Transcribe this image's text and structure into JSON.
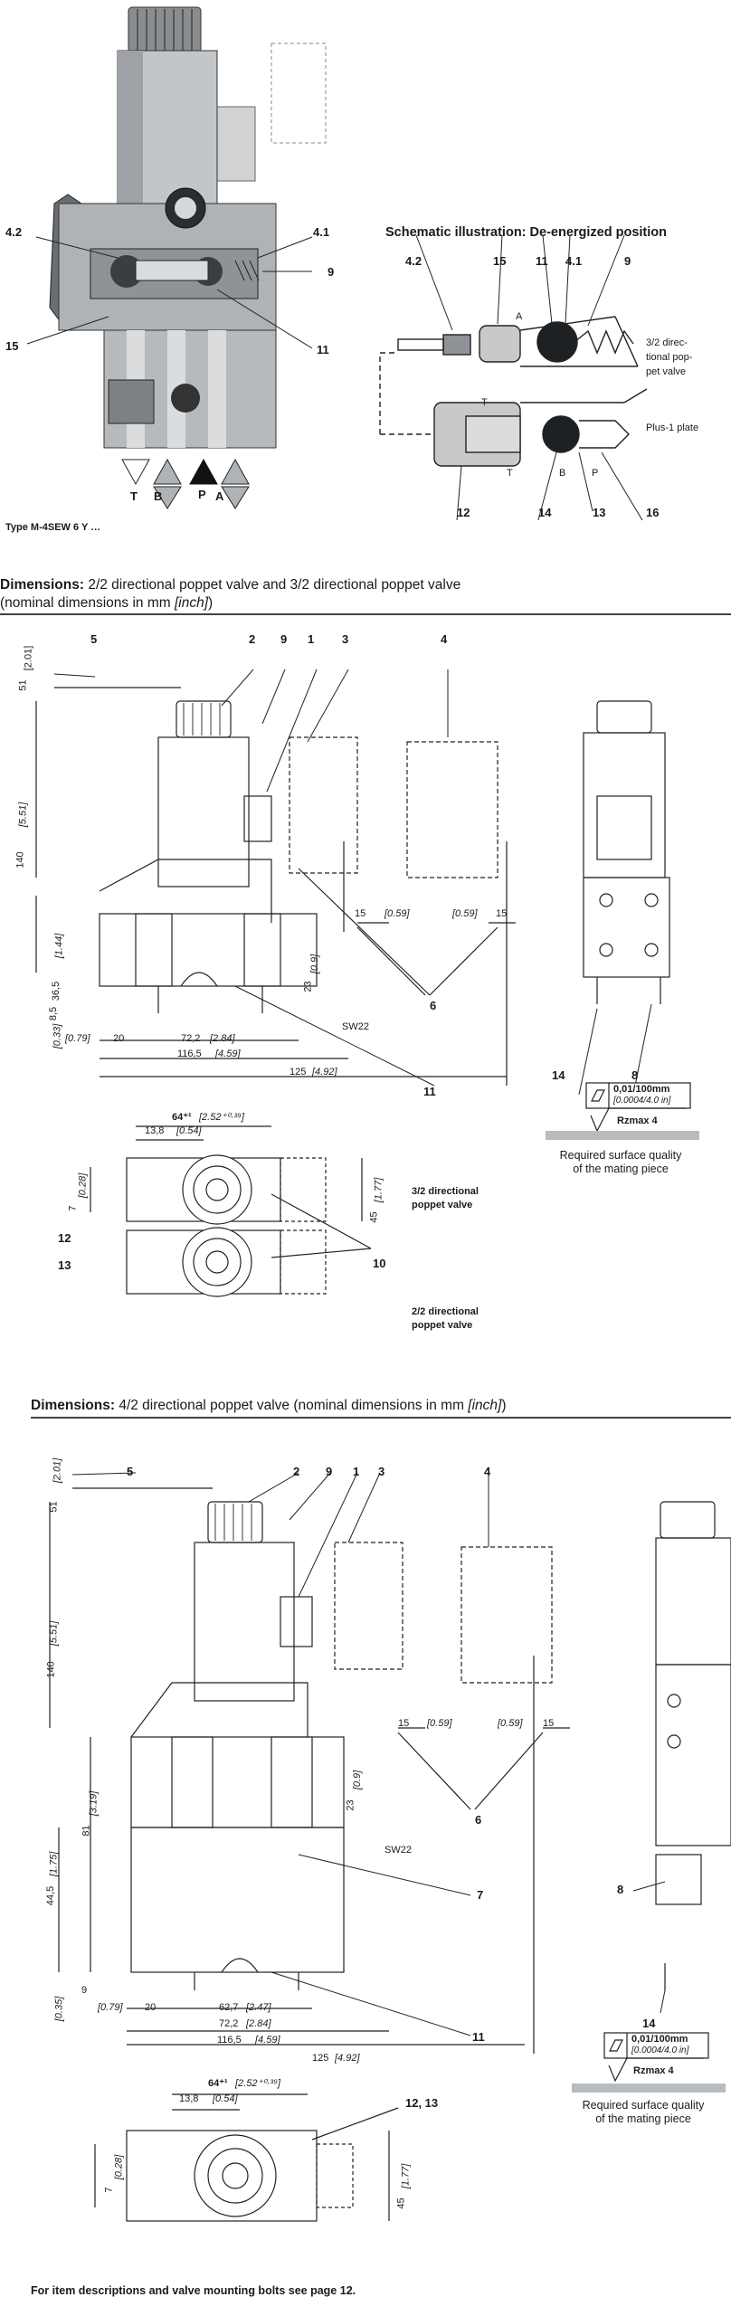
{
  "top": {
    "type_label": "Type M-4SEW 6 Y …",
    "callouts": {
      "c42": "4.2",
      "c41": "4.1",
      "c9": "9",
      "c15": "15",
      "c11": "11"
    },
    "ports": {
      "T": "T",
      "B": "B",
      "P": "P",
      "A": "A"
    },
    "schematic": {
      "title": "Schematic illustration: De-energized position",
      "callouts_top": [
        "4.2",
        "15",
        "11",
        "4.1",
        "9"
      ],
      "callouts_bottom": [
        "12",
        "14",
        "13",
        "16"
      ],
      "port_A": "A",
      "port_T_top": "T",
      "port_T": "T",
      "port_B": "B",
      "port_P": "P",
      "note_valve": "3/2 direc-\ntional pop-\npet valve",
      "note_plate": "Plus-1 plate"
    }
  },
  "sec1": {
    "title_bold": "Dimensions:",
    "title_rest": " 2/2 directional poppet valve and 3/2 directional poppet valve",
    "subtitle_a": "(nominal dimensions in mm ",
    "subtitle_b": "[inch]",
    "subtitle_c": ")",
    "callouts": {
      "c5": "5",
      "c2": "2",
      "c9": "9",
      "c1": "1",
      "c3": "3",
      "c4": "4",
      "c6": "6",
      "c11": "11",
      "c14": "14",
      "c8": "8",
      "c12": "12",
      "c13": "13",
      "c10": "10"
    },
    "dims": {
      "d51": "51",
      "d51i": "[2.01]",
      "d140": "140",
      "d140i": "[5.51]",
      "d365": "36,5",
      "d365i": "[1.44]",
      "d85": "8,5",
      "d85i": "[0.33]",
      "d079": "[0.79]",
      "d20": "20",
      "d722": "72,2",
      "d722i": "[2.84]",
      "d1165": "116,5",
      "d1165i": "[4.59]",
      "d125": "125",
      "d125i": "[4.92]",
      "d15a": "15",
      "d059a": "[0.59]",
      "d059b": "[0.59]",
      "d15b": "15",
      "d23": "23",
      "d23i": "[0.9]",
      "sw22": "SW22",
      "d64": "64⁺¹",
      "d64i": "[2.52⁺⁰·³⁹]",
      "d138": "13,8",
      "d138i": "[0.54]",
      "d7": "7",
      "d7i": "[0.28]",
      "d45": "45",
      "d45i": "[1.77]"
    },
    "surface": {
      "flatness": "0,01/100mm",
      "flatness_i": "[0.0004/4.0 in]",
      "rz": "Rzmax  4",
      "caption": "Required surface quality\nof the mating piece"
    },
    "label_32": "3/2 directional\npoppet valve",
    "label_22": "2/2 directional\npoppet valve"
  },
  "sec2": {
    "title_bold": "Dimensions:",
    "title_rest": " 4/2 directional poppet valve (nominal dimensions in mm ",
    "title_it": "[inch]",
    "title_end": ")",
    "callouts": {
      "c5": "5",
      "c2": "2",
      "c9": "9",
      "c1": "1",
      "c3": "3",
      "c4": "4",
      "c6": "6",
      "c7": "7",
      "c11": "11",
      "c8": "8",
      "c14": "14",
      "c1213": "12, 13"
    },
    "dims": {
      "d51": "51",
      "d51i": "[2.01]",
      "d140": "140",
      "d140i": "[5.51]",
      "d81": "81",
      "d81i": "[3.19]",
      "d445": "44,5",
      "d445i": "[1.75]",
      "d9": "9",
      "d035": "[0.35]",
      "d079": "[0.79]",
      "d20": "20",
      "d627": "62,7",
      "d627i": "[2.47]",
      "d722": "72,2",
      "d722i": "[2.84]",
      "d1165": "116,5",
      "d1165i": "[4.59]",
      "d125": "125",
      "d125i": "[4.92]",
      "d15a": "15",
      "d059a": "[0.59]",
      "d059b": "[0.59]",
      "d15b": "15",
      "d23": "23",
      "d23i": "[0.9]",
      "sw22": "SW22",
      "d64": "64⁺¹",
      "d64i": "[2.52⁺⁰·³⁹]",
      "d138": "13,8",
      "d138i": "[0.54]",
      "d7": "7",
      "d7i": "[0.28]",
      "d45": "45",
      "d45i": "[1.77]"
    },
    "surface": {
      "flatness": "0,01/100mm",
      "flatness_i": "[0.0004/4.0 in]",
      "rz": "Rzmax  4",
      "caption": "Required surface quality\nof the mating piece"
    }
  },
  "footer": {
    "text": "For item descriptions and valve mounting bolts see page 12."
  },
  "colors": {
    "body_grey": "#b9bcbf",
    "dark_grey": "#5e6266",
    "line": "#222222"
  }
}
